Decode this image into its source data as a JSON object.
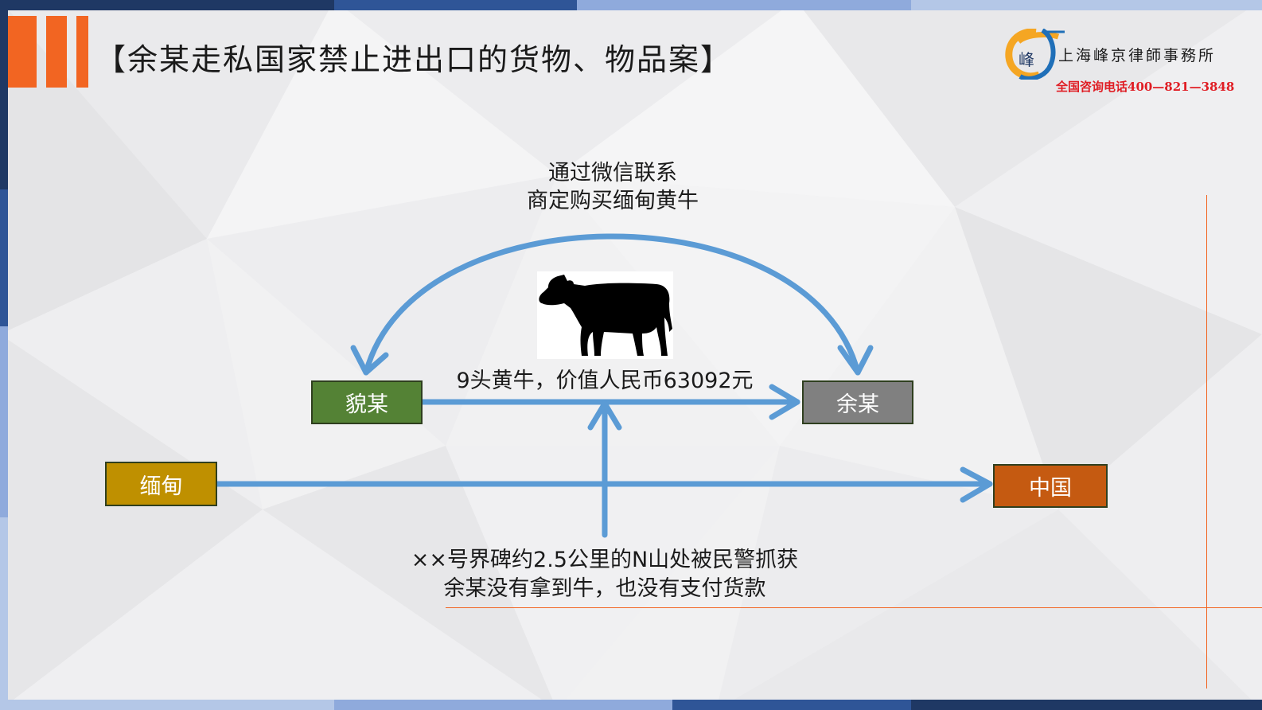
{
  "slide": {
    "title": "【余某走私国家禁止进出口的货物、物品案】"
  },
  "header": {
    "logo_icon": "law-firm-logo-icon",
    "firm_name": "上海峰京律師事務所",
    "phone": "全国咨询电话400—821—3848"
  },
  "diagram": {
    "nodes": {
      "mao": "貌某",
      "yu": "余某",
      "myanmar": "缅甸",
      "china": "中国"
    },
    "arc_label": {
      "line1": "通过微信联系",
      "line2": "商定购买缅甸黄牛"
    },
    "deal_label": "9头黄牛，价值人民币63092元",
    "bottom_label": {
      "line1": "××号界碑约2.5公里的N山处被民警抓获",
      "line2": "余某没有拿到牛，也没有支付货款"
    },
    "cow_icon": "cow-silhouette-icon"
  },
  "colors": {
    "accent_orange": "#f26522",
    "arrow_blue": "#5b9bd5",
    "node_green": "#548235",
    "node_gray": "#808080",
    "node_gold": "#bf9000",
    "node_orange": "#c55a11",
    "phone_red": "#e01d24"
  }
}
